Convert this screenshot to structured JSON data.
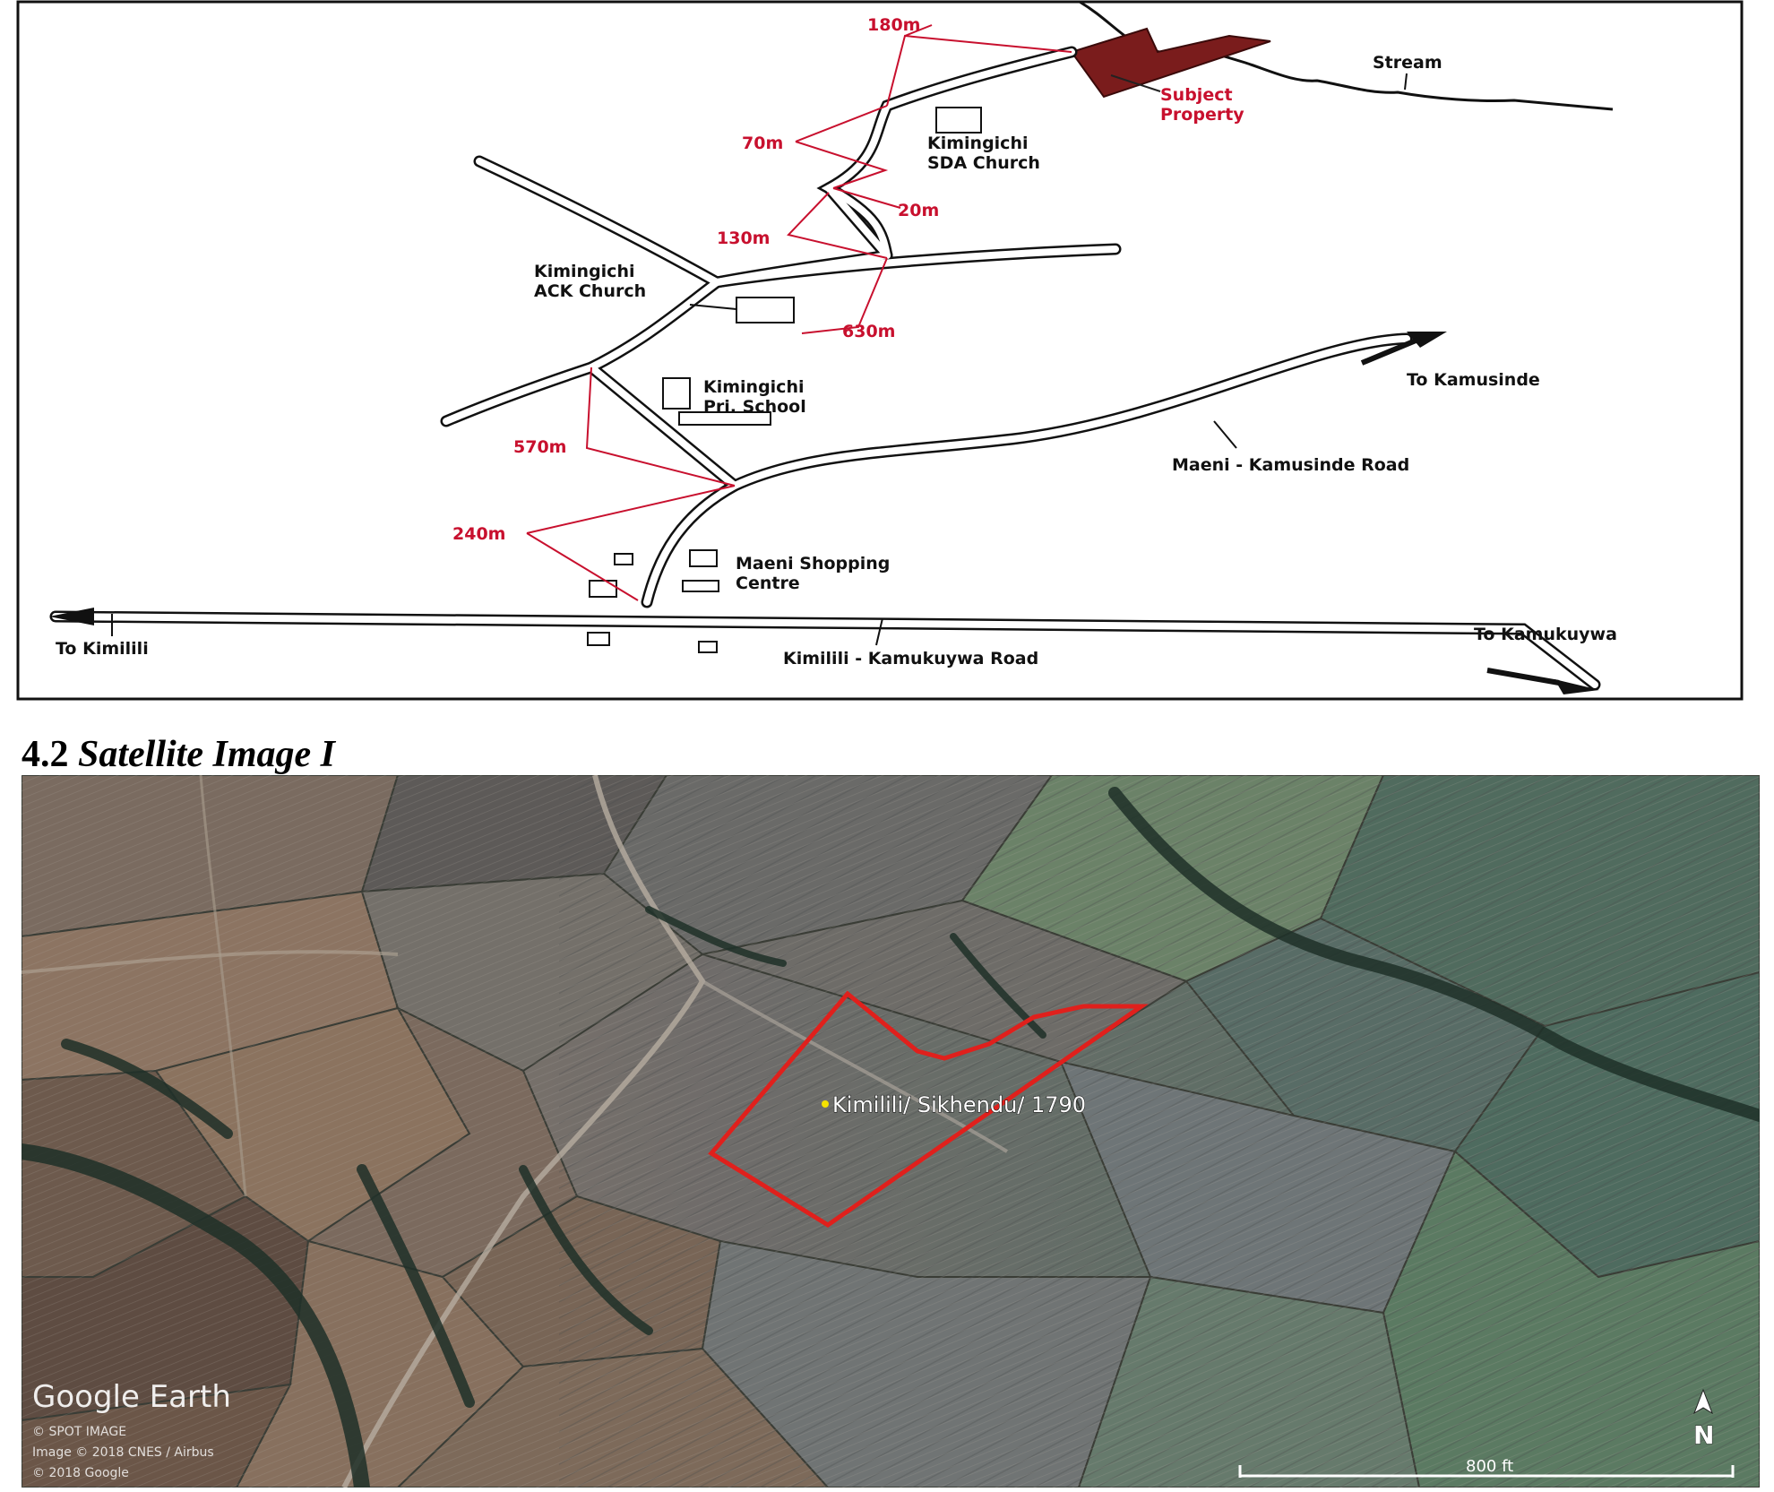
{
  "sketch": {
    "labels": {
      "stream": "Stream",
      "subject_property_line1": "Subject",
      "subject_property_line2": "Property",
      "sda_church_line1": "Kimingichi",
      "sda_church_line2": "SDA Church",
      "ack_church_line1": "Kimingichi",
      "ack_church_line2": "ACK Church",
      "pri_school_line1": "Kimingichi",
      "pri_school_line2": "Pri. School",
      "shopping_line1": "Maeni Shopping",
      "shopping_line2": "Centre",
      "to_kamusinde": "To Kamusinde",
      "maeni_road": "Maeni - Kamusinde Road",
      "to_kimilili": "To Kimilili",
      "kimilili_road": "Kimilili - Kamukuywa Road",
      "to_kamukuywa": "To Kamukuywa"
    },
    "distances": {
      "d180": "180m",
      "d70": "70m",
      "d20": "20m",
      "d130": "130m",
      "d630": "630m",
      "d570": "570m",
      "d240": "240m"
    },
    "colors": {
      "distance": "#c8102e",
      "property_fill": "#7a1c1c",
      "line": "#111111"
    }
  },
  "section": {
    "number": "4.2",
    "title": "Satellite Image I"
  },
  "satellite": {
    "parcel_label": "Kimilili/ Sikhendu/ 1790",
    "logo": "Google Earth",
    "credit_1": "© SPOT IMAGE",
    "credit_2": "Image © 2018 CNES / Airbus",
    "credit_3": "© 2018 Google",
    "scale_label": "800 ft",
    "north_label": "N",
    "parcel_color": "#e0201c"
  }
}
